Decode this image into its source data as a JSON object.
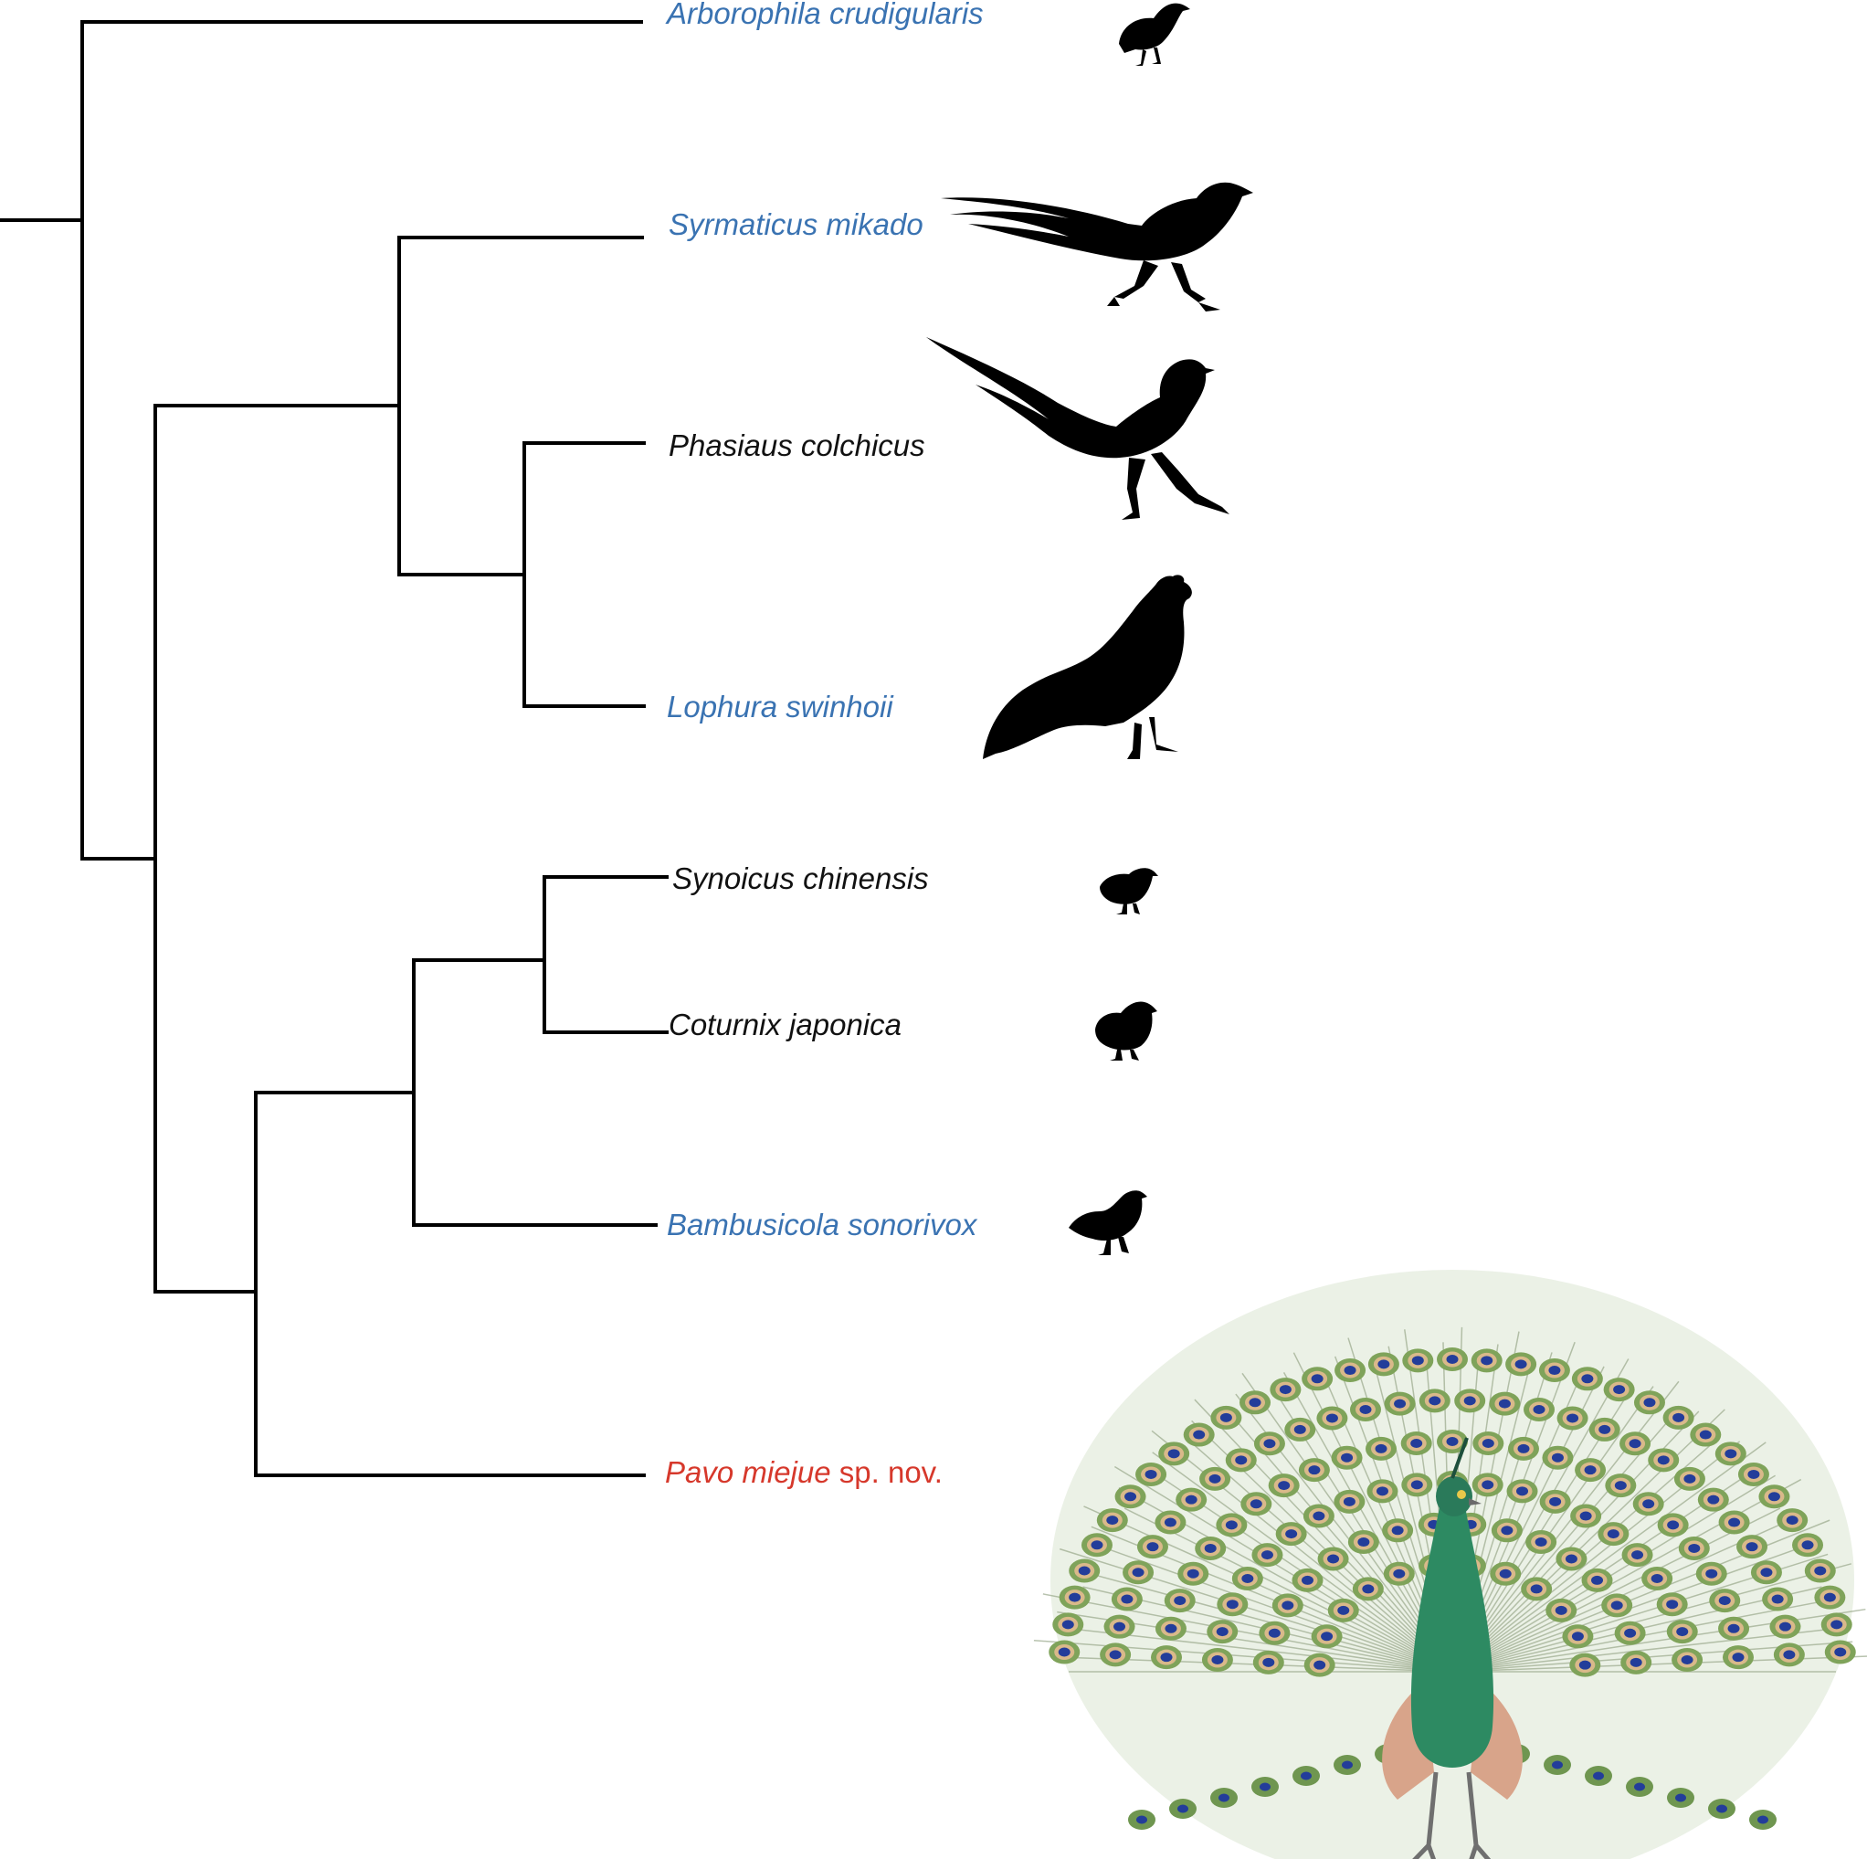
{
  "colors": {
    "branch": "#000000",
    "highlight": "#3a73b2",
    "plain": "#111111",
    "new_species": "#d6382b",
    "silhouette": "#000000",
    "peacock_body": "#2d8a62",
    "peacock_eye": "#233d9a"
  },
  "taxa": [
    {
      "name": "Arborophila crudigularis",
      "suffix": "",
      "status": "highlight",
      "icon": "partridge-silhouette-icon"
    },
    {
      "name": "Syrmaticus mikado",
      "suffix": "",
      "status": "highlight",
      "icon": "long-tailed-pheasant-silhouette-icon"
    },
    {
      "name": "Phasiaus colchicus",
      "suffix": "",
      "status": "plain",
      "icon": "pheasant-silhouette-icon"
    },
    {
      "name": "Lophura swinhoii",
      "suffix": "",
      "status": "highlight",
      "icon": "crested-pheasant-silhouette-icon"
    },
    {
      "name": "Synoicus chinensis",
      "suffix": "",
      "status": "plain",
      "icon": "small-quail-silhouette-icon"
    },
    {
      "name": "Coturnix japonica",
      "suffix": "",
      "status": "plain",
      "icon": "quail-silhouette-icon"
    },
    {
      "name": "Bambusicola sonorivox",
      "suffix": "",
      "status": "highlight",
      "icon": "bamboo-partridge-silhouette-icon"
    },
    {
      "name": "Pavo miejue",
      "suffix": " sp. nov.",
      "status": "new_species",
      "icon": "peacock-illustration-icon"
    }
  ]
}
